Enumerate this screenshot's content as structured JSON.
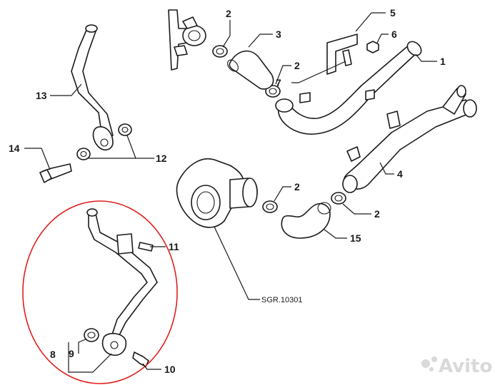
{
  "callouts": {
    "c1": "1",
    "c2a": "2",
    "c2b": "2",
    "c2c": "2",
    "c2d": "2",
    "c3": "3",
    "c4": "4",
    "c5": "5",
    "c6": "6",
    "c7": "7",
    "c8": "8",
    "c9": "9",
    "c10": "10",
    "c11": "11",
    "c12": "12",
    "c13": "13",
    "c14": "14",
    "c15": "15"
  },
  "reference_label": "SGR.10301",
  "watermark": "Avito",
  "highlight_color": "#e0201c"
}
